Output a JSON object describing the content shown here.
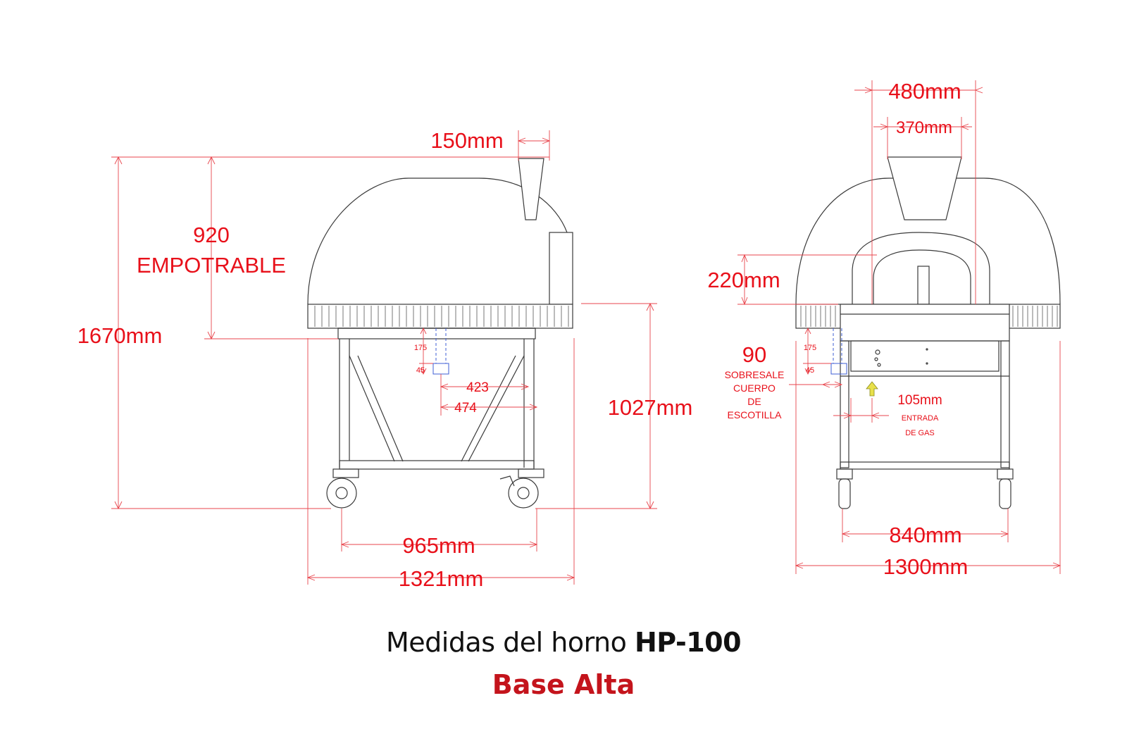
{
  "side_view": {
    "dim_150": "150mm",
    "dim_920": "920",
    "dim_920_note": "EMPOTRABLE",
    "dim_1670": "1670mm",
    "dim_1027": "1027mm",
    "dim_965": "965mm",
    "dim_1321": "1321mm",
    "dim_423": "423",
    "dim_474": "474",
    "dim_175": "175",
    "dim_45": "45"
  },
  "front_view": {
    "dim_480": "480mm",
    "dim_370": "370mm",
    "dim_220": "220mm",
    "dim_90": "90",
    "note_90_line1": "SOBRESALE",
    "note_90_line2": "CUERPO",
    "note_90_line3": "DE",
    "note_90_line4": "ESCOTILLA",
    "dim_175": "175",
    "dim_45": "45",
    "dim_105": "105mm",
    "note_105_line1": "ENTRADA",
    "note_105_line2": "DE GAS",
    "dim_840": "840mm",
    "dim_1300": "1300mm"
  },
  "caption": {
    "prefix": "Medidas del horno",
    "model": "HP-100",
    "subtitle": "Base Alta"
  },
  "colors": {
    "dimension": "#e8101a",
    "subtitle": "#c4141c",
    "outline": "#3a3a3a",
    "gas_arrow": "#e8e04a"
  }
}
